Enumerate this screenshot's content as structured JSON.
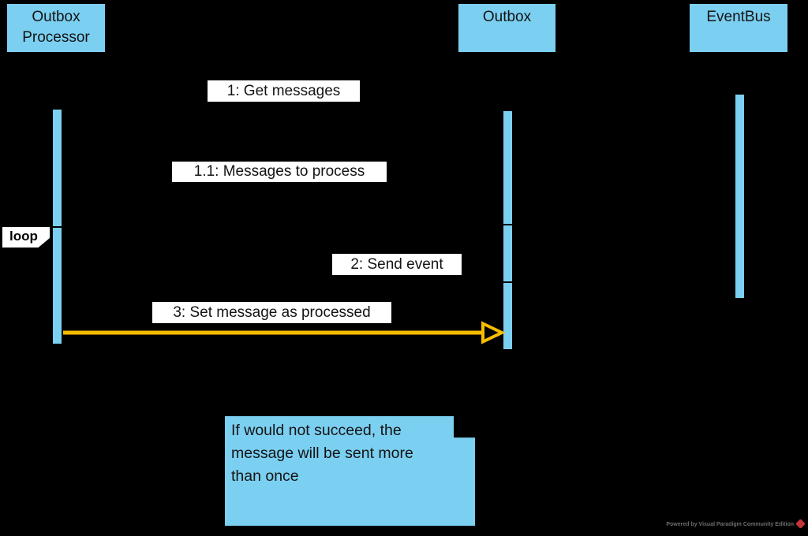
{
  "colors": {
    "background": "#000000",
    "shape_blue": "#7BCFF1",
    "label_background": "#FFFFFF",
    "text": "#141414",
    "arrow_yellow": "#F6BC00",
    "watermark_text": "#6E6E6E",
    "watermark_logo_red": "#C4343C"
  },
  "actors": [
    {
      "label": "Outbox Processor"
    },
    {
      "label": "Outbox"
    },
    {
      "label": "EventBus"
    }
  ],
  "messages": [
    {
      "label": "1: Get messages"
    },
    {
      "label": "1.1: Messages to process"
    },
    {
      "label": "2: Send event"
    },
    {
      "label": "3: Set message as processed"
    }
  ],
  "fragment": {
    "label": "loop"
  },
  "note": {
    "text": "If would not succeed, the message will be sent more than once",
    "lines": [
      "If would not succeed, the",
      "message will be sent more",
      "than once"
    ]
  },
  "watermark": {
    "label": "Powered by Visual Paradigm Community Edition"
  }
}
